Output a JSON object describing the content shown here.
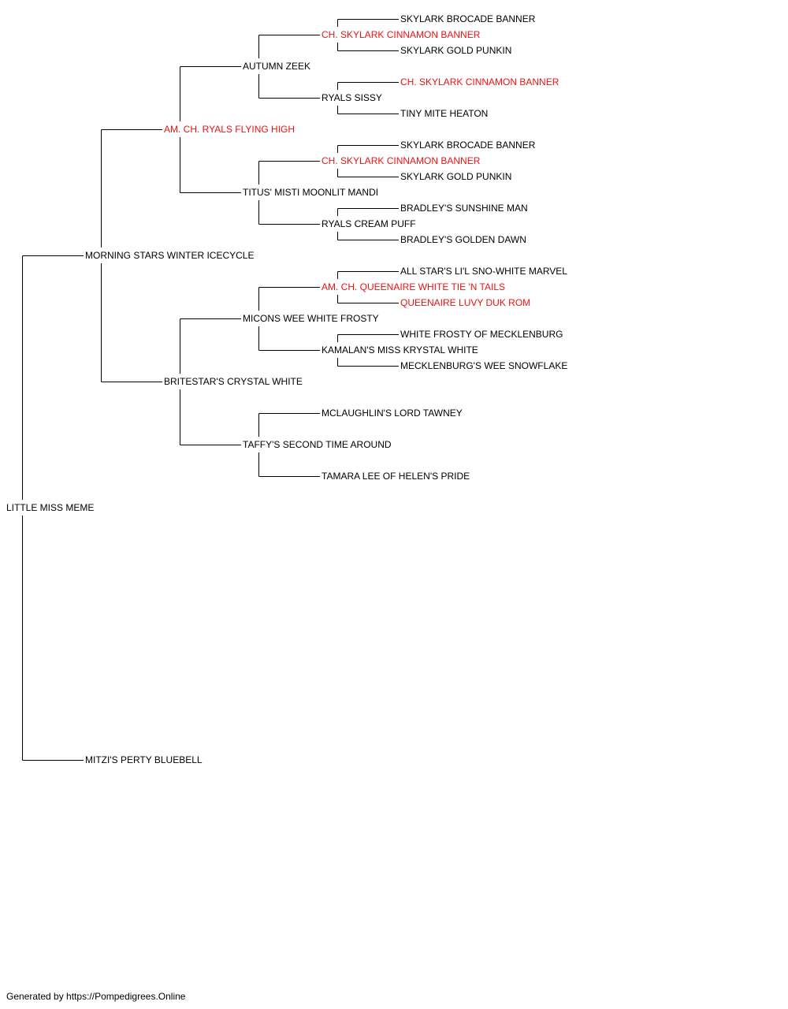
{
  "colors": {
    "text": "#000000",
    "champion": "#ee1111",
    "line": "#000000"
  },
  "pedigree": {
    "name": "LITTLE MISS MEME",
    "sire": {
      "name": "MORNING STARS WINTER ICECYCLE",
      "sire": {
        "name": "AM. CH. RYALS FLYING HIGH",
        "champion": true,
        "sire": {
          "name": "AUTUMN ZEEK",
          "sire": {
            "name": "CH. SKYLARK CINNAMON BANNER",
            "champion": true,
            "sire": {
              "name": "SKYLARK BROCADE BANNER"
            },
            "dam": {
              "name": "SKYLARK GOLD PUNKIN"
            }
          },
          "dam": {
            "name": "RYALS SISSY",
            "sire": {
              "name": "CH. SKYLARK CINNAMON BANNER",
              "champion": true
            },
            "dam": {
              "name": "TINY MITE HEATON"
            }
          }
        },
        "dam": {
          "name": "TITUS' MISTI MOONLIT MANDI",
          "sire": {
            "name": "CH. SKYLARK CINNAMON BANNER",
            "champion": true,
            "sire": {
              "name": "SKYLARK BROCADE BANNER"
            },
            "dam": {
              "name": "SKYLARK GOLD PUNKIN"
            }
          },
          "dam": {
            "name": "RYALS CREAM PUFF",
            "sire": {
              "name": "BRADLEY'S SUNSHINE MAN"
            },
            "dam": {
              "name": "BRADLEY'S GOLDEN DAWN"
            }
          }
        }
      },
      "dam": {
        "name": "BRITESTAR'S CRYSTAL WHITE",
        "sire": {
          "name": "MICONS WEE WHITE FROSTY",
          "sire": {
            "name": "AM. CH. QUEENAIRE WHITE TIE 'N TAILS",
            "champion": true,
            "sire": {
              "name": "ALL STAR'S LI'L SNO-WHITE MARVEL"
            },
            "dam": {
              "name": "QUEENAIRE LUVY DUK ROM",
              "champion": true
            }
          },
          "dam": {
            "name": "KAMALAN'S MISS KRYSTAL WHITE",
            "sire": {
              "name": "WHITE FROSTY OF MECKLENBURG"
            },
            "dam": {
              "name": "MECKLENBURG'S WEE SNOWFLAKE"
            }
          }
        },
        "dam": {
          "name": "TAFFY'S SECOND TIME AROUND",
          "sire": {
            "name": "MCLAUGHLIN'S LORD TAWNEY"
          },
          "dam": {
            "name": "TAMARA LEE OF HELEN'S PRIDE"
          }
        }
      }
    },
    "dam": {
      "name": "MITZI'S PERTY BLUEBELL"
    }
  },
  "footer": {
    "text": "Generated by https://Pompedigrees.Online"
  }
}
